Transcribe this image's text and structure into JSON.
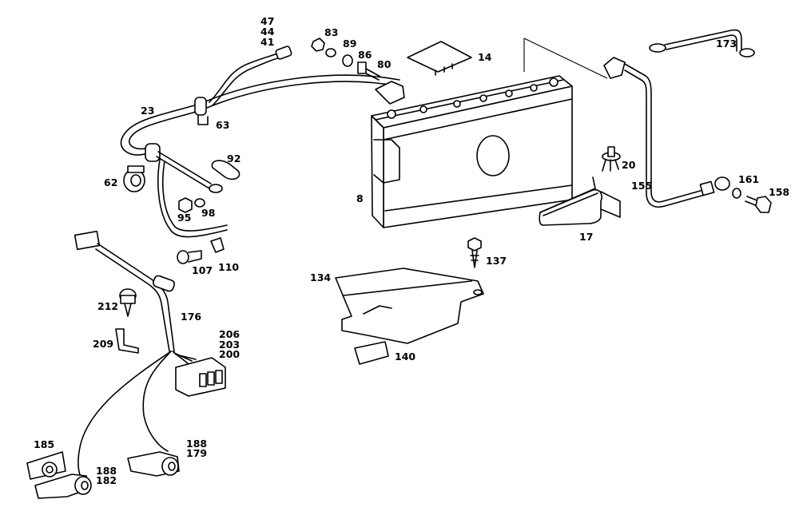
{
  "diagram": {
    "title": "Battery and ground cable assembly exploded parts diagram",
    "labels": {
      "p47_44_41": [
        "47",
        "44",
        "41"
      ],
      "p83": "83",
      "p89": "89",
      "p86": "86",
      "p80": "80",
      "p14": "14",
      "p173": "173",
      "p23": "23",
      "p63": "63",
      "p92": "92",
      "p62": "62",
      "p95": "95",
      "p98": "98",
      "p107": "107",
      "p110": "110",
      "p8": "8",
      "p20": "20",
      "p155": "155",
      "p161": "161",
      "p158": "158",
      "p17": "17",
      "p137": "137",
      "p134": "134",
      "p140": "140",
      "p212": "212",
      "p176": "176",
      "p209": "209",
      "p206_203_200": [
        "206",
        "203",
        "200"
      ],
      "p185": "185",
      "p188_182": [
        "188",
        "182"
      ],
      "p188_179": [
        "188",
        "179"
      ]
    }
  }
}
